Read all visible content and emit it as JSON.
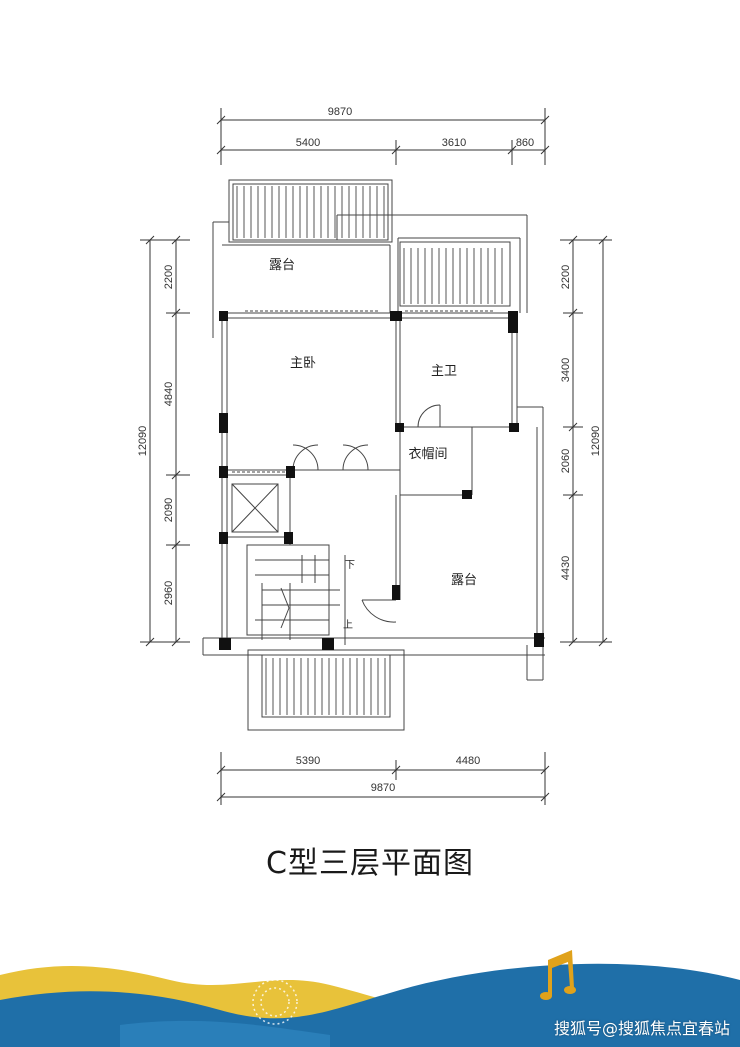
{
  "title": "C型三层平面图",
  "rooms": {
    "terrace_top": "露台",
    "master_bedroom": "主卧",
    "master_bath": "主卫",
    "wardrobe": "衣帽间",
    "terrace_right": "露台"
  },
  "stairs": {
    "down": "下",
    "up": "上"
  },
  "dimensions": {
    "top_total": "9870",
    "top_segments": [
      "5400",
      "3610",
      "860"
    ],
    "bottom_segments": [
      "5390",
      "4480"
    ],
    "bottom_total": "9870",
    "left_total": "12090",
    "left_segments": [
      "2200",
      "4840",
      "2090",
      "2960"
    ],
    "right_total": "12090",
    "right_segments": [
      "2200",
      "3400",
      "2060",
      "4430"
    ]
  },
  "watermark": "搜狐号@搜狐焦点宜春站",
  "colors": {
    "wall": "#111111",
    "line": "#333333",
    "wave_blue": "#1f6fa8",
    "wave_yellow": "#e8c23a",
    "note": "#e0a21b"
  }
}
